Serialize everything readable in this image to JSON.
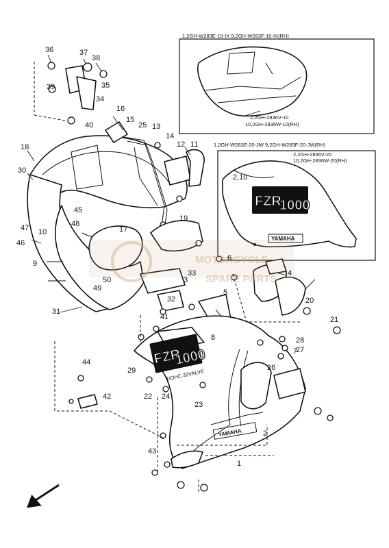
{
  "callouts": [
    "1",
    "2",
    "3",
    "4",
    "5",
    "6",
    "7",
    "8",
    "9",
    "10",
    "11",
    "12",
    "13",
    "14",
    "15",
    "16",
    "17",
    "18",
    "19",
    "20",
    "21",
    "22",
    "23",
    "24",
    "25",
    "26",
    "27",
    "28",
    "29",
    "30",
    "31",
    "32",
    "33",
    "34",
    "35",
    "36",
    "37",
    "38",
    "39",
    "40",
    "41",
    "42",
    "43",
    "44",
    "45",
    "46",
    "47",
    "48",
    "49",
    "50"
  ],
  "inset_top": {
    "code_row1": "1,2GH-W283E-10-IX  9,2GH-W283F-10-IX(RH)",
    "code_row2": "2,2GH-2836V-10",
    "code_row3": "10,2GH-2836W-10(RH)"
  },
  "inset_bottom": {
    "code_row1": "1,2GH-W283E-20-JW 9,2GH-W283F-20-JW(RH)",
    "code_row2": "2,2GH-2836V-20",
    "code_row3": "10,2GH-2836W-20(RH)",
    "ref_label": "2,10",
    "decal_text": "FZR",
    "decal_text2": "1000",
    "maker": "YAMAHA"
  },
  "fairing": {
    "decal_text": "FZR",
    "decal_text2": "1000",
    "sub_text": "DOHC 20VALVE",
    "maker": "YAMAHA"
  },
  "watermark": {
    "line1": "MOTORCYCLE",
    "line2": "SPARE PARTS"
  },
  "direction_arrow": "arrow-front-left"
}
